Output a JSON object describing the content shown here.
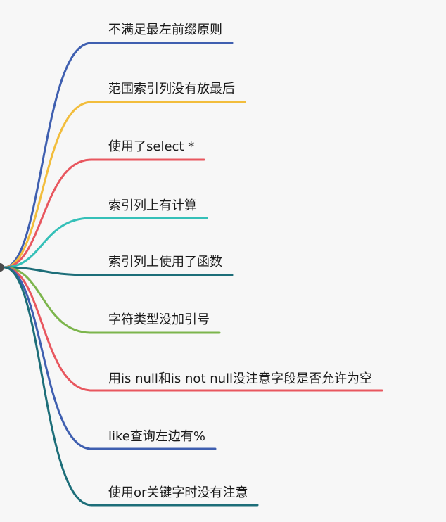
{
  "branches": [
    {
      "label": "不满足最左前缀原则",
      "color": "#3f5fb0"
    },
    {
      "label": "范围索引列没有放最后",
      "color": "#f2bd3c"
    },
    {
      "label": "使用了select *",
      "color": "#e8575f"
    },
    {
      "label": "索引列上有计算",
      "color": "#35c0b8"
    },
    {
      "label": "索引列上使用了函数",
      "color": "#1d6e79"
    },
    {
      "label": "字符类型没加引号",
      "color": "#7cb54c"
    },
    {
      "label": "用is null和is not null没注意字段是否允许为空",
      "color": "#e8575f"
    },
    {
      "label": "like查询左边有%",
      "color": "#3f5fb0"
    },
    {
      "label": "使用or关键字时没有注意",
      "color": "#1d6e79"
    }
  ]
}
